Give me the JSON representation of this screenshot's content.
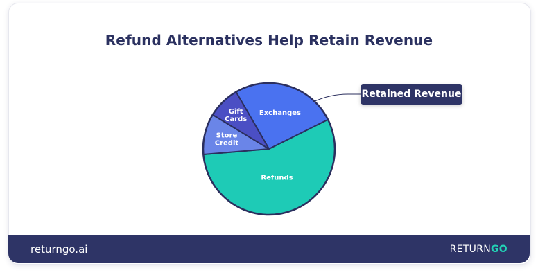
{
  "header": {
    "title": "Refund Alternatives Help Retain Revenue"
  },
  "chart_data": {
    "type": "pie",
    "categories": [
      "Exchanges",
      "Refunds",
      "Store Credit",
      "Gift Cards"
    ],
    "values": [
      26,
      56,
      10,
      8
    ],
    "colors": [
      "#4a72f0",
      "#1ecbb6",
      "#6a85e8",
      "#4b4fc4"
    ],
    "slice_labels": [
      [
        "Exchanges"
      ],
      [
        "Refunds"
      ],
      [
        "Store",
        "Credit"
      ],
      [
        "Gift",
        "Cards"
      ]
    ],
    "annotation": "Retained Revenue",
    "stroke_color": "#2b2f5e"
  },
  "footer": {
    "site": "returngo.ai",
    "logo_primary": "RETURN",
    "logo_accent": "GO"
  }
}
